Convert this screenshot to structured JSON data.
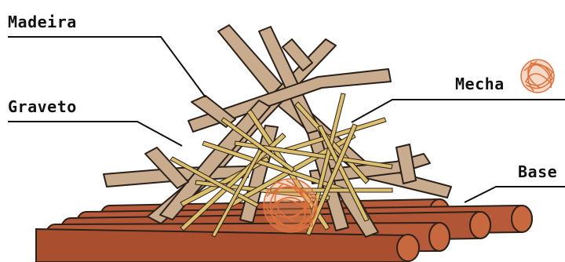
{
  "labels": {
    "madeira": "Madeira",
    "graveto": "Graveto",
    "mecha": "Mecha",
    "base": "Base"
  },
  "colors": {
    "wood": "#c9ac8e",
    "wood_outline": "#2b211a",
    "log": "#b65a3a",
    "log_end": "#c8683f",
    "twig": "#dcc06e",
    "tinder": "#e0703a",
    "leader_line": "#111111"
  },
  "icons": [
    "log-icon",
    "branch-icon",
    "twig-icon",
    "tinder-icon"
  ]
}
